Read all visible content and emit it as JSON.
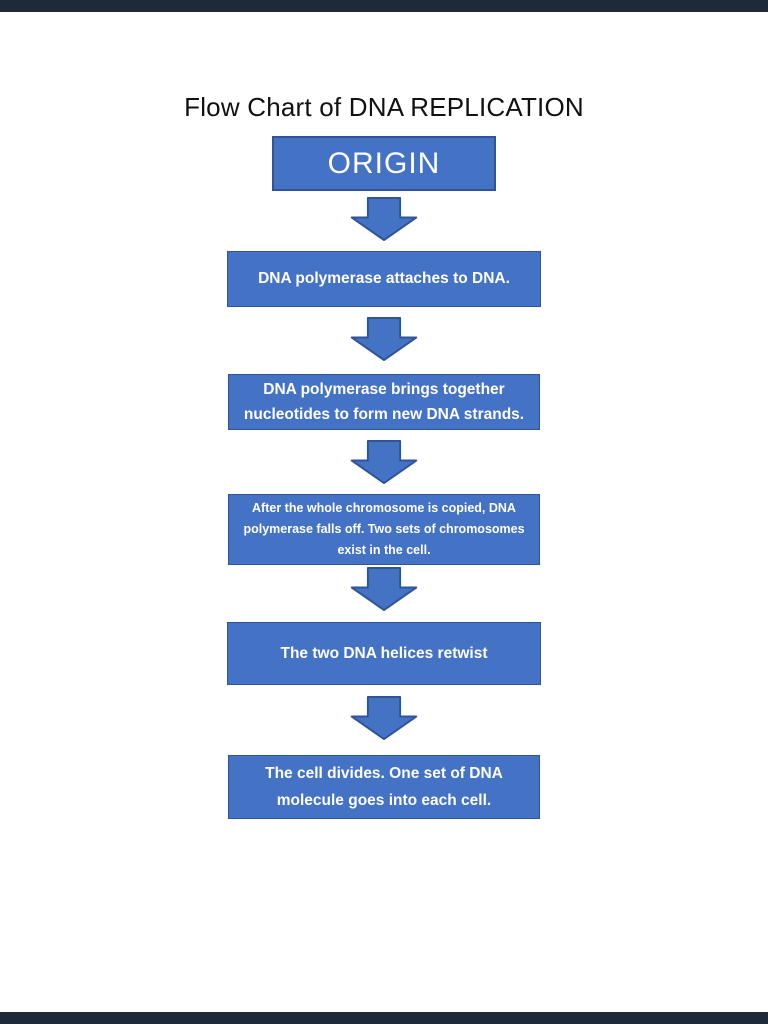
{
  "viewer": {
    "letterbox_color": "#1e2a38",
    "page_background": "#ffffff"
  },
  "document": {
    "title": "Flow Chart of DNA REPLICATION",
    "colors": {
      "node_fill": "#4472C4",
      "node_border": "#2F5597",
      "node_text": "#ffffff",
      "title_text": "#111111"
    },
    "nodes": [
      {
        "id": "origin",
        "lines": [
          "ORIGIN"
        ]
      },
      {
        "id": "step1",
        "lines": [
          "DNA polymerase attaches to DNA."
        ]
      },
      {
        "id": "step2",
        "lines": [
          "DNA polymerase brings together",
          "nucleotides to form new DNA strands."
        ]
      },
      {
        "id": "step3",
        "lines": [
          "After the whole chromosome is copied, DNA",
          "polymerase falls off. Two sets of chromosomes",
          "exist in the cell."
        ]
      },
      {
        "id": "step4",
        "lines": [
          "The two DNA helices retwist"
        ]
      },
      {
        "id": "step5",
        "lines": [
          "The cell divides. One set of DNA",
          "molecule goes into each cell."
        ]
      }
    ]
  }
}
